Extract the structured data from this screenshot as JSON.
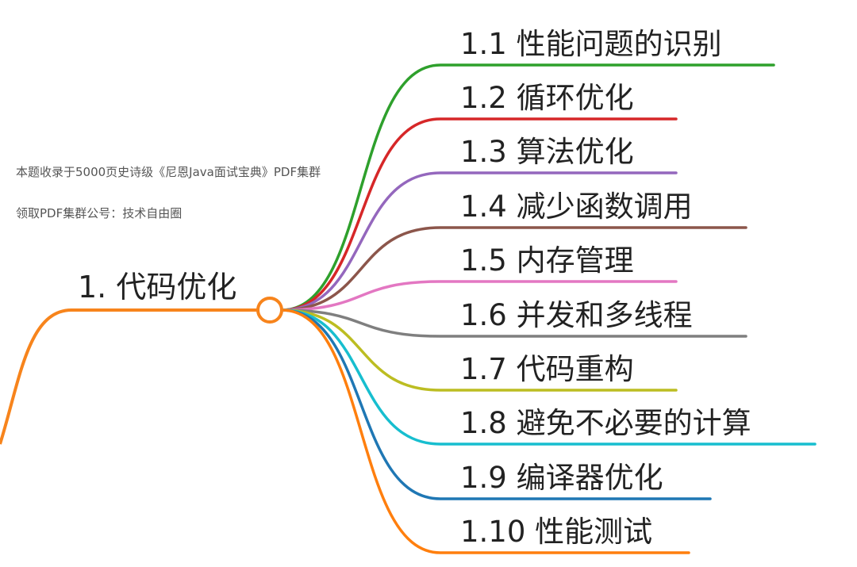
{
  "watermark": {
    "line1": "本题收录于5000页史诗级《尼恩Java面试宝典》PDF集群",
    "line2": "领取PDF集群公号：技术自由圈"
  },
  "root": {
    "label": "1. 代码优化",
    "color": "#f7841c"
  },
  "branches": [
    {
      "label": "1.1 性能问题的识别",
      "color": "#2ea02c"
    },
    {
      "label": "1.2 循环优化",
      "color": "#d62728"
    },
    {
      "label": "1.3 算法优化",
      "color": "#9467bd"
    },
    {
      "label": "1.4 减少函数调用",
      "color": "#8c564b"
    },
    {
      "label": "1.5 内存管理",
      "color": "#e377c2"
    },
    {
      "label": "1.6 并发和多线程",
      "color": "#7f7f7f"
    },
    {
      "label": "1.7 代码重构",
      "color": "#bcbd22"
    },
    {
      "label": "1.8 避免不必要的计算",
      "color": "#17becf"
    },
    {
      "label": "1.9 编译器优化",
      "color": "#1f77b4"
    },
    {
      "label": "1.10 性能测试",
      "color": "#ff7f0e"
    }
  ]
}
